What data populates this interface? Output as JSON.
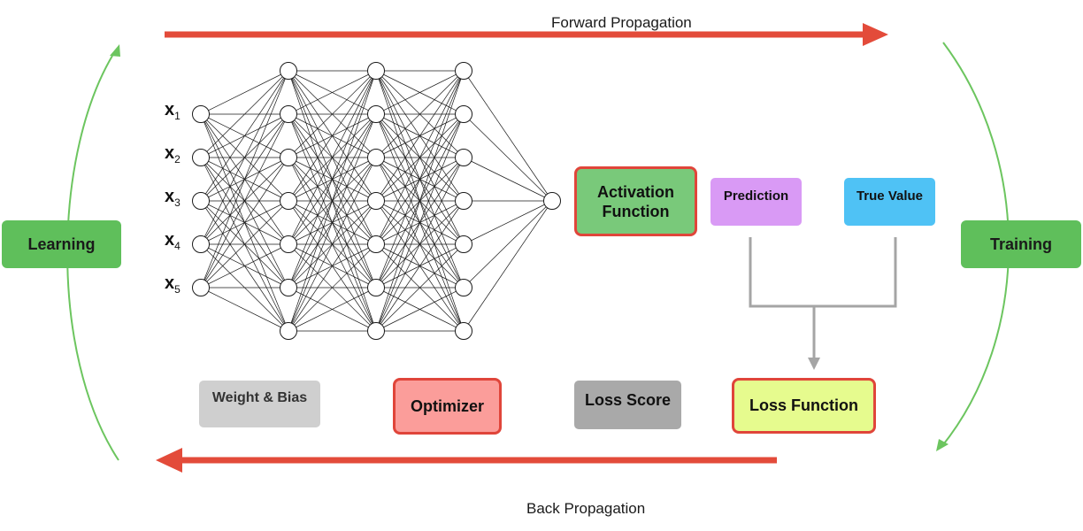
{
  "forward_label": "Forward Propagation",
  "back_label": "Back Propagation",
  "learning_label": "Learning",
  "training_label": "Training",
  "activation_label": "Activation Function",
  "prediction_label": "Prediction",
  "true_value_label": "True Value",
  "weight_bias_label": "Weight & Bias",
  "optimizer_label": "Optimizer",
  "loss_score_label": "Loss Score",
  "loss_function_label": "Loss Function",
  "inputs": [
    {
      "base": "x",
      "sub": "1"
    },
    {
      "base": "x",
      "sub": "2"
    },
    {
      "base": "x",
      "sub": "3"
    },
    {
      "base": "x",
      "sub": "4"
    },
    {
      "base": "x",
      "sub": "5"
    }
  ],
  "network": {
    "layer_sizes": [
      5,
      7,
      7,
      7,
      1
    ]
  },
  "colors": {
    "arrow_red": "#e34b3a",
    "cycle_green": "#6cc55f",
    "activation_bg": "#79c97a",
    "activation_border": "#e0453a",
    "prediction_bg": "#d99af5",
    "true_value_bg": "#4fc2f5",
    "weight_bias_bg": "#cfcfcf",
    "optimizer_bg": "#fb9d9a",
    "loss_score_bg": "#a9a9a9",
    "loss_function_bg": "#e6fb8e",
    "connector_gray": "#a5a5a5"
  }
}
